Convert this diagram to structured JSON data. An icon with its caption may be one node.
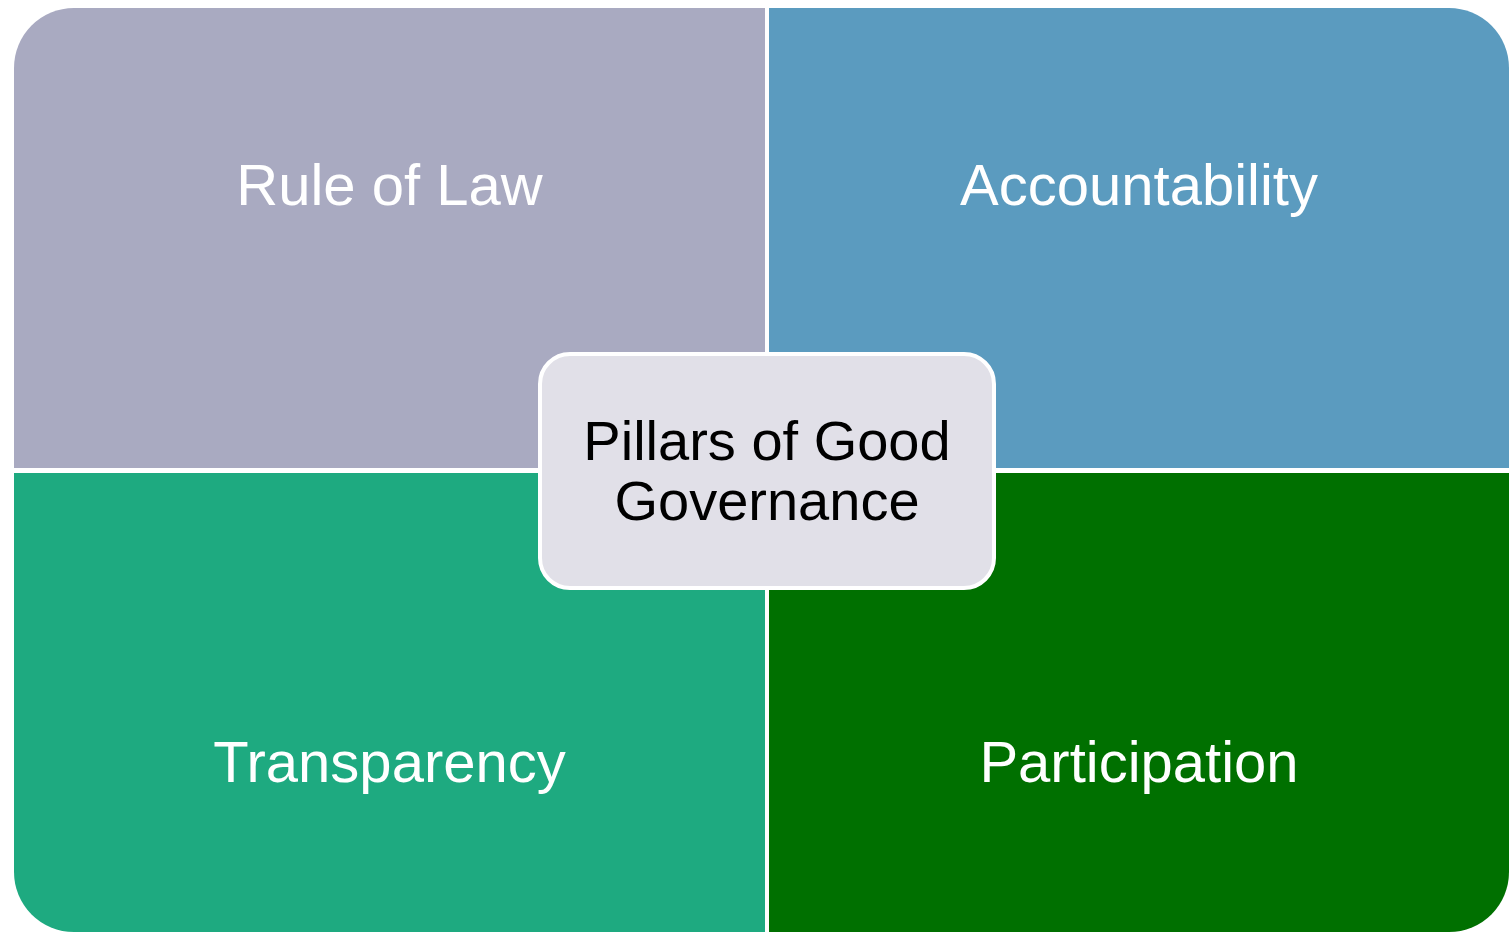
{
  "diagram": {
    "nodes": [
      {
        "text": [
          "Rule of Law"
        ]
      },
      {
        "text": [
          "Accountability"
        ]
      },
      {
        "text": [
          "Pillars of Good Governance"
        ]
      },
      {
        "text": [
          "Transparency"
        ]
      },
      {
        "text": [
          "Participation"
        ]
      }
    ]
  }
}
